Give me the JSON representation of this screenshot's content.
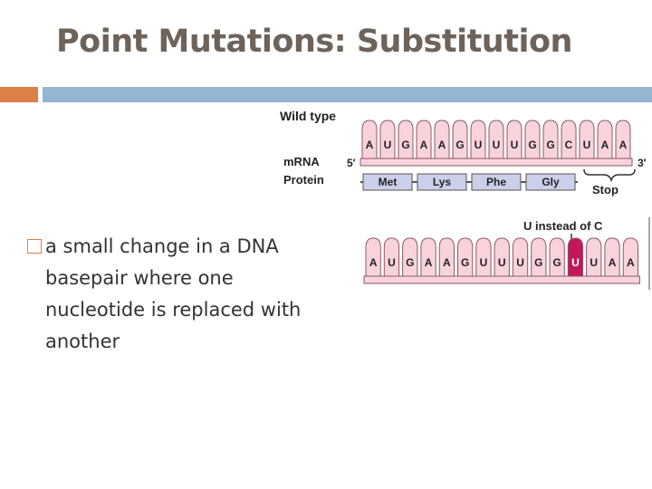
{
  "slide": {
    "title": "Point Mutations: Substitution",
    "bullet": "a small change in a DNA basepair where one nucleotide is replaced with another"
  },
  "figure": {
    "wild_type_label": "Wild type",
    "mrna_label": "mRNA",
    "protein_label": "Protein",
    "five_prime": "5′",
    "three_prime": "3′",
    "wild_type_bases": [
      "A",
      "U",
      "G",
      "A",
      "A",
      "G",
      "U",
      "U",
      "U",
      "G",
      "G",
      "C",
      "U",
      "A",
      "A"
    ],
    "codons": [
      "Met",
      "Lys",
      "Phe",
      "Gly"
    ],
    "stop_label": "Stop",
    "mutation_label": "U instead of C",
    "mutant_bases": [
      "A",
      "U",
      "G",
      "A",
      "A",
      "G",
      "U",
      "U",
      "U",
      "G",
      "G",
      "U",
      "U",
      "A",
      "A"
    ],
    "mutated_index": 11,
    "colors": {
      "strand_fill": "#f9d3dc",
      "strand_stroke": "#8a5a66",
      "protein_fill": "#cbd0ea",
      "mutation": "#c2185b",
      "title": "#6e6259",
      "accent_orange": "#dd8047",
      "accent_blue": "#94b6d2"
    }
  }
}
